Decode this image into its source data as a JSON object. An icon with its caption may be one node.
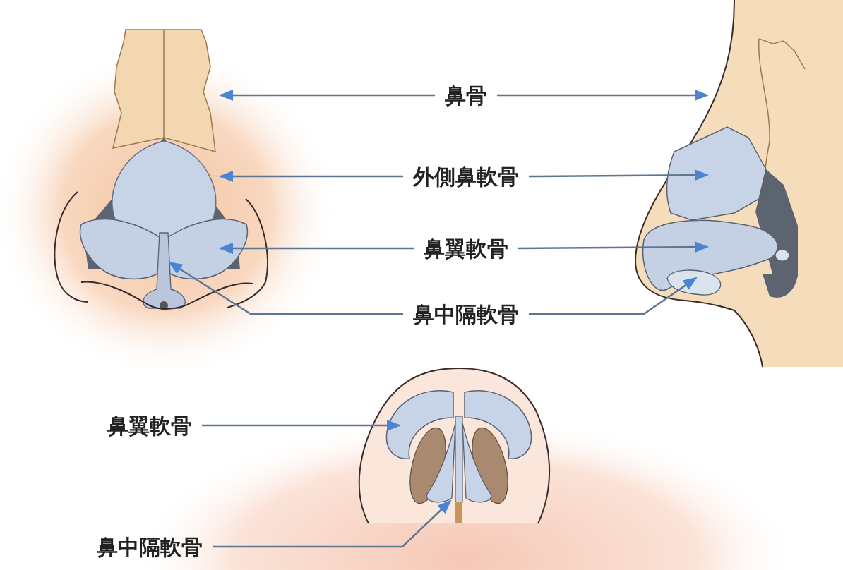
{
  "diagram": {
    "nodes": [
      {
        "text": [
          "鼻骨"
        ]
      },
      {
        "text": [
          "外側鼻軟骨"
        ]
      },
      {
        "text": [
          "鼻翼軟骨"
        ]
      },
      {
        "text": [
          "鼻中隔軟骨"
        ]
      },
      {
        "text": [
          "鼻翼軟骨"
        ]
      },
      {
        "text": [
          "鼻中隔軟骨"
        ]
      }
    ],
    "edges": [
      {
        "from": 0,
        "to": null,
        "arrow": "to"
      },
      {
        "from": 0,
        "to": null,
        "arrow": "to"
      },
      {
        "from": 1,
        "to": null,
        "arrow": "to"
      },
      {
        "from": 1,
        "to": null,
        "arrow": "to"
      },
      {
        "from": 2,
        "to": null,
        "arrow": "to"
      },
      {
        "from": 2,
        "to": null,
        "arrow": "to"
      },
      {
        "from": 3,
        "to": null,
        "arrow": "to"
      },
      {
        "from": 3,
        "to": null,
        "arrow": "to"
      },
      {
        "from": 4,
        "to": null,
        "arrow": "to"
      },
      {
        "from": 5,
        "to": null,
        "arrow": "to"
      }
    ]
  }
}
